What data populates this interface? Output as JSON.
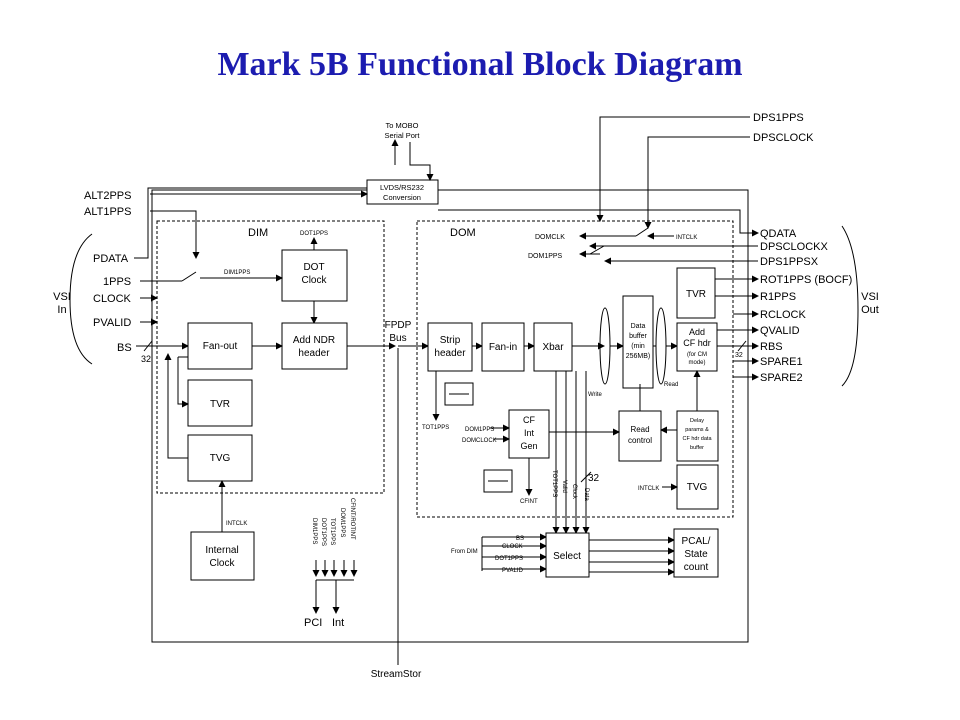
{
  "title": "Mark 5B Functional Block Diagram",
  "left_signals": {
    "alt2pps": "ALT2PPS",
    "alt1pps": "ALT1PPS",
    "pdata": "PDATA",
    "pps1": "1PPS",
    "clock": "CLOCK",
    "pvalid": "PVALID",
    "bs": "BS",
    "vsi_in_1": "VSI",
    "vsi_in_2": "In",
    "width32": "32"
  },
  "right_signals": {
    "dps1pps": "DPS1PPS",
    "dpsclock": "DPSCLOCK",
    "qdata": "QDATA",
    "dpsclockx": "DPSCLOCKX",
    "dps1ppsx": "DPS1PPSX",
    "rot1pps": "ROT1PPS (BOCF)",
    "r1pps": "R1PPS",
    "rclock": "RCLOCK",
    "qvalid": "QVALID",
    "rbs": "RBS",
    "spare1": "SPARE1",
    "spare2": "SPARE2",
    "vsi_out_1": "VSI",
    "vsi_out_2": "Out",
    "width32": "32"
  },
  "top": {
    "mobo_1": "To MOBO",
    "mobo_2": "Serial Port",
    "lvds_1": "LVDS/RS232",
    "lvds_2": "Conversion"
  },
  "dim": {
    "label": "DIM",
    "dot1pps_top": "DOT1PPS",
    "dim1pps": "DIM1PPS",
    "dot_clock_1": "DOT",
    "dot_clock_2": "Clock",
    "fanout": "Fan-out",
    "add_ndr_1": "Add NDR",
    "add_ndr_2": "header",
    "tvr": "TVR",
    "tvg": "TVG",
    "intclk": "INTCLK",
    "internal_clock_1": "Internal",
    "internal_clock_2": "Clock"
  },
  "bus": {
    "fpdp_1": "FPDP",
    "fpdp_2": "Bus",
    "streamstor": "StreamStor"
  },
  "dom": {
    "label": "DOM",
    "domclk": "DOMCLK",
    "dom1pps": "DOM1PPS",
    "intclk": "INTCLK",
    "strip_1": "Strip",
    "strip_2": "header",
    "fanin": "Fan-in",
    "xbar": "Xbar",
    "buffer_1": "Data",
    "buffer_2": "buffer",
    "buffer_3": "(min",
    "buffer_4": "256MB)",
    "write": "Write",
    "read": "Read",
    "tvr": "TVR",
    "addcf_1": "Add",
    "addcf_2": "CF hdr",
    "addcf_3": "(for CM",
    "addcf_4": "mode)",
    "tot1pps": "TOT1PPS",
    "dom1pps_cf": "DOM1PPS",
    "domclock_cf": "DOMCLOCK",
    "cfgen_1": "CF",
    "cfgen_2": "Int",
    "cfgen_3": "Gen",
    "read_ctrl_1": "Read",
    "read_ctrl_2": "control",
    "delay_1": "Delay",
    "delay_2": "params &",
    "delay_3": "CF hdr data",
    "delay_4": "buffer",
    "intclk_tvg": "INTCLK",
    "tvg": "TVG",
    "cfint": "CFINT",
    "v_tot1pps": "TOT1PPS",
    "v_valid": "Valid",
    "v_clock": "Clock",
    "v_data": "Data",
    "width32": "32"
  },
  "bottom": {
    "from_dim": "From DIM",
    "bs": "BS",
    "clock": "CLOCK",
    "dot1pps": "DOT1PPS",
    "pvalid": "PVALID",
    "select": "Select",
    "pcal_1": "PCAL/",
    "pcal_2": "State",
    "pcal_3": "count",
    "int_sig_1": "DIM1PPS",
    "int_sig_2": "DOT1PPS",
    "int_sig_3": "TOT1PPS",
    "int_sig_4": "DOM1PPS",
    "int_sig_5": "CFINT/ROTINT",
    "pci": "PCI",
    "int": "Int"
  }
}
